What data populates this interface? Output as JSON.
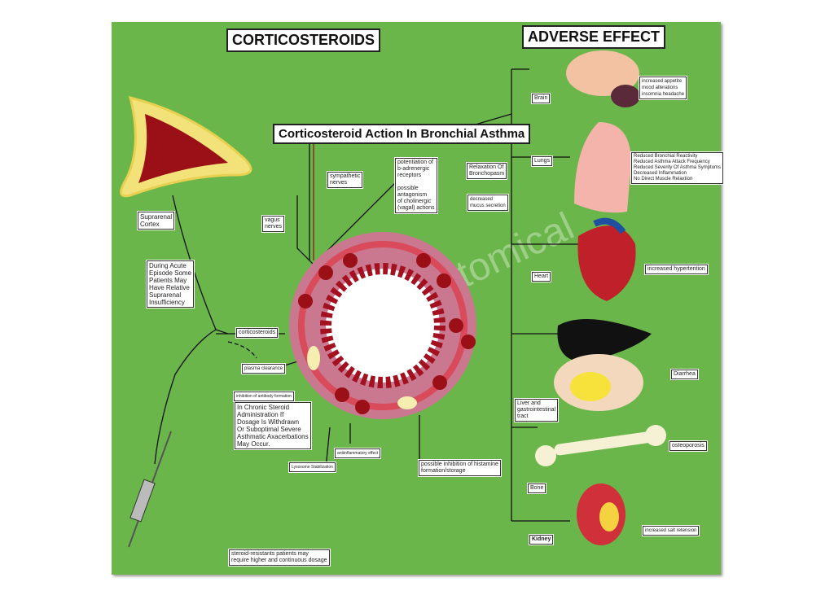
{
  "titles": {
    "left": "CORTICOSTEROIDS",
    "right": "ADVERSE EFFECT",
    "center": "Corticosteroid Action In Bronchial Asthma"
  },
  "left_labels": {
    "suprarenal": "Suprarenal\nCortex",
    "acute": "During Acute\nEpisode Some\nPatients May\nHave Relative\nSuprarenal\nInsufficiency",
    "corticosteroids": "corticosteroids",
    "plasma": "plasma clearance",
    "antibody": "inhibition of antibody formation",
    "chronic": "In Chronic Steroid\nAdministration If\nDosage Is Withdrawn\nOr Suboptimal Severe\nAsthmatic Axacerbations\nMay Occur.",
    "lysosome": "Lysosome Stabilization",
    "antiinflammatory": "antiinflammatory effect",
    "histamine": "possible inhibition of histamine\nformation/storage",
    "resistant": "steroid-resistants patients may\nrequire higher and continuous dosage"
  },
  "center_labels": {
    "vagus": "vagus\nnerves",
    "sympathetic": "sympathetic\nnerves",
    "potentiation": "potentiation of\nb-adrenergic\nreceptors\n\npossible\nantagonism\nof cholinergic\n(vagal) actions",
    "relaxation": "Relaxation Of\nBronchopasm",
    "mucus": "decreased\nmucus secretion"
  },
  "organs": [
    {
      "name": "Brain",
      "effect": "increased appetite\nmood alterations\ninsomnia headache"
    },
    {
      "name": "Lungs",
      "effect": "Reduced Bronchial Reactivity\nReduced Asthma Attack Frequency\nReduced Severity Of Asthma Symptoms\nDecreased Inflammation\nNo Direct Muscle Relaxtion"
    },
    {
      "name": "Heart",
      "effect": "increased hypertention"
    },
    {
      "name": "Liver and\ngastrointestinal\ntract",
      "effect": "Diarrhea"
    },
    {
      "name": "Bone",
      "effect": "osteoporosis"
    },
    {
      "name": "Kidney",
      "effect": "increased salt retension"
    }
  ],
  "watermark": "SD Anatomical",
  "colors": {
    "board": "#6bb64a"
  }
}
